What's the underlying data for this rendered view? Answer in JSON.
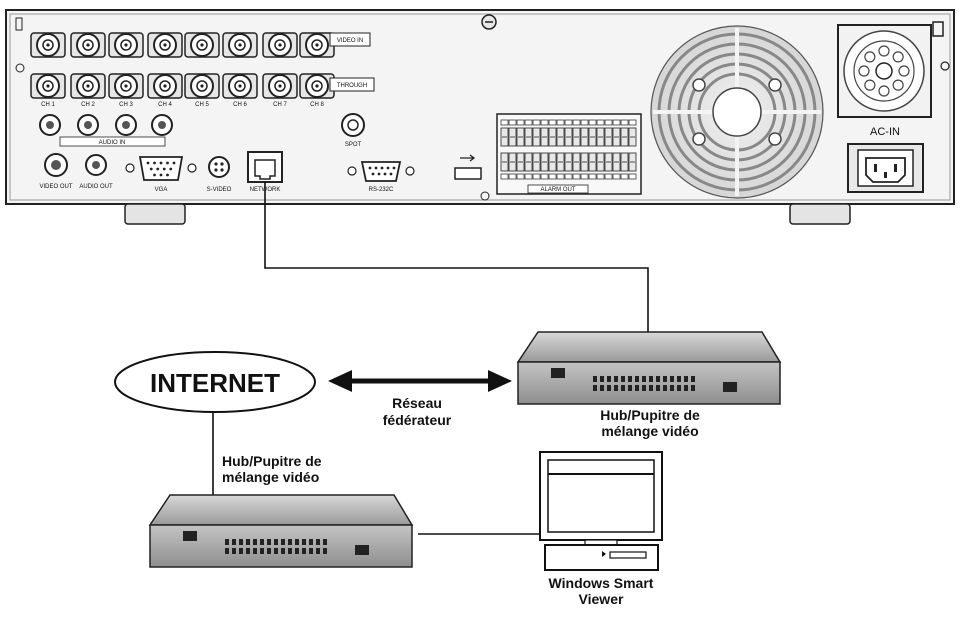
{
  "dvr": {
    "label_video_in": "VIDEO IN",
    "label_through": "THROUGH",
    "channels": [
      "CH 1",
      "CH 2",
      "CH 3",
      "CH 4",
      "CH 5",
      "CH 6",
      "CH 7",
      "CH 8"
    ],
    "label_audio_in": "AUDIO IN",
    "label_video_out": "VIDEO OUT",
    "label_audio_out": "AUDIO OUT",
    "label_vga": "VGA",
    "label_svideo": "S-VIDEO",
    "label_network": "NETWORK",
    "label_spot": "SPOT",
    "label_rs232c": "RS-232C",
    "label_alarm_out": "ALARM OUT",
    "label_ac_in": "AC-IN"
  },
  "network": {
    "internet": "INTERNET",
    "backbone_line1": "Réseau",
    "backbone_line2": "fédérateur",
    "hub_right_line1": "Hub/Pupitre de",
    "hub_right_line2": "mélange vidéo",
    "hub_left_line1": "Hub/Pupitre de",
    "hub_left_line2": "mélange vidéo",
    "viewer_line1": "Windows Smart",
    "viewer_line2": "Viewer"
  }
}
